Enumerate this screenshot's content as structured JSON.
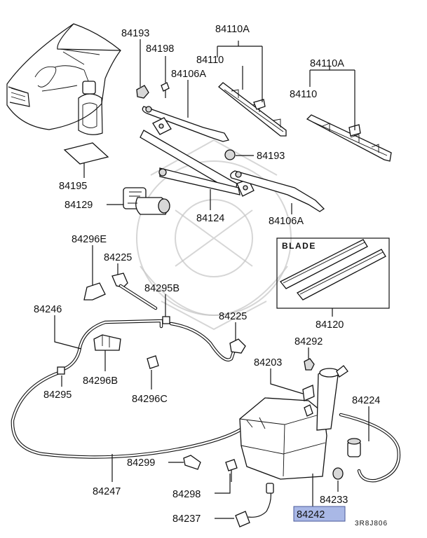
{
  "diagram": {
    "callouts": {
      "p84193_top": "84193",
      "p84198": "84198",
      "p84106A_top": "84106A",
      "p84110A_left": "84110A",
      "p84110_left": "84110",
      "p84110A_right": "84110A",
      "p84110_right": "84110",
      "p84193_mid": "84193",
      "p84195": "84195",
      "p84129": "84129",
      "p84124": "84124",
      "p84106A_bottom": "84106A",
      "p84296E": "84296E",
      "p84225_top": "84225",
      "p84295B": "84295B",
      "p84246": "84246",
      "p84225_right": "84225",
      "p84292": "84292",
      "p84203": "84203",
      "p84296B": "84296B",
      "p84295": "84295",
      "p84296C": "84296C",
      "p84224": "84224",
      "p84299": "84299",
      "p84247": "84247",
      "p84298": "84298",
      "p84233": "84233",
      "p84237": "84237",
      "p84242": "84242",
      "p84120": "84120"
    },
    "blade_box_title": "BLADE",
    "highlighted_part": "84242",
    "highlight_color": "#a9b8e6",
    "diagram_code": "3R8J806"
  }
}
